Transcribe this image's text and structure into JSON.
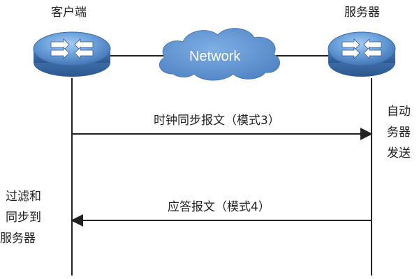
{
  "client": {
    "label": "客户端",
    "icon": "router-switch-icon"
  },
  "server": {
    "label": "服务器",
    "icon": "router-switch-icon"
  },
  "network": {
    "label": "Network",
    "icon": "cloud-icon"
  },
  "messages": {
    "request": "时钟同步报文（模式3）",
    "reply": "应答报文（模式4）"
  },
  "notes": {
    "server_side": [
      "自动",
      "务器",
      "发送"
    ],
    "client_side": [
      "过滤和",
      "同步到",
      "服务器"
    ]
  },
  "colors": {
    "device_blue": "#4f87c7",
    "cloud_blue": "#5b8fd1",
    "line": "#222222"
  }
}
